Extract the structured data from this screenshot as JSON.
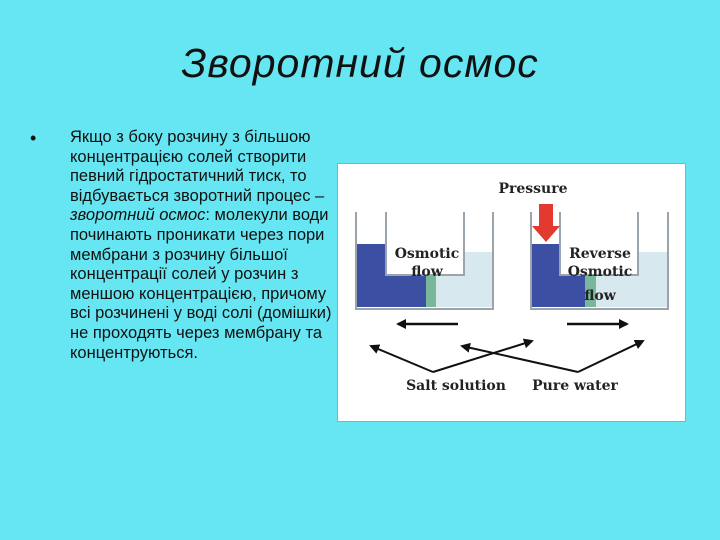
{
  "slide": {
    "title": "Зворотний осмос",
    "bullet_symbol": "•",
    "bullet_part1": " Якщо з боку розчину з більшою концентрацією солей створити певний гідростатичний тиск, то відбувається зворотний процес – ",
    "bullet_italic": "зворотний осмос",
    "bullet_part2": ": молекули води починають проникати через пори мембрани з розчину більшої концентрації солей у розчин з меншою концентрацією, причому всі розчинені у воді солі (домішки) не проходять через мембрану та концентруються."
  },
  "diagram": {
    "pressure": "Pressure",
    "osmotic_line1": "Osmotic",
    "osmotic_line2": "flow",
    "reverse_line1": "Reverse",
    "reverse_line2": "Osmotic",
    "reverse_line3": "flow",
    "salt_solution": "Salt solution",
    "pure_water": "Pure water",
    "colors": {
      "salt_solution": "#3d4fa3",
      "pure_water": "#d7e8ee",
      "membrane": "#79b79a",
      "pressure_arrow": "#e23a2f"
    }
  }
}
